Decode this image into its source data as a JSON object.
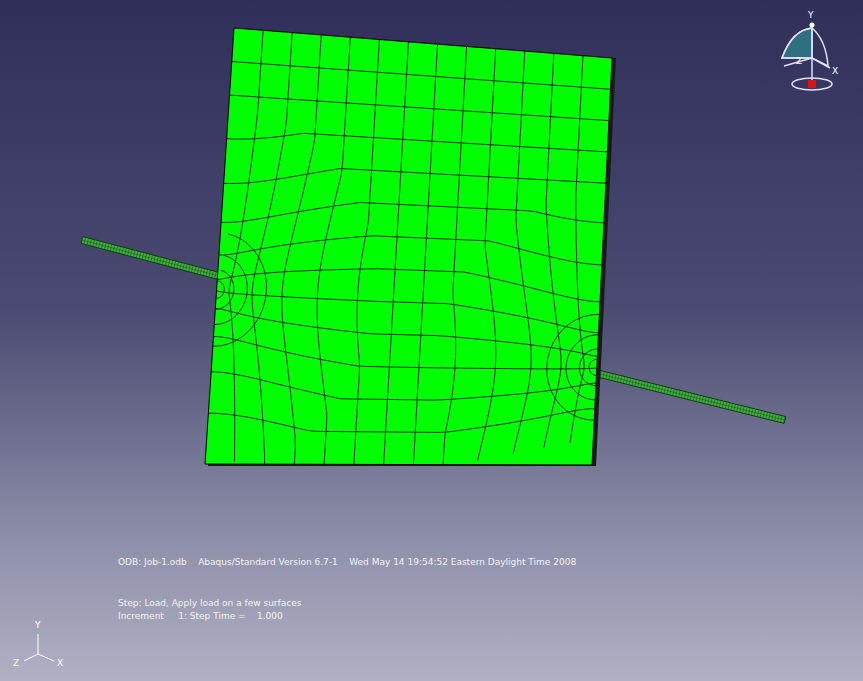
{
  "diagram": {
    "labels": [
      "ODB: Job-1.odb    Abaqus/Standard Version 6.7-1    Wed May 14 19:54:52 Eastern Daylight Time 2008",
      "Step: Load, Apply load on a few surfaces",
      "Increment     1: Step Time =    1.000",
      "Y",
      "Z",
      "X",
      "Y",
      "Z",
      "X"
    ]
  }
}
